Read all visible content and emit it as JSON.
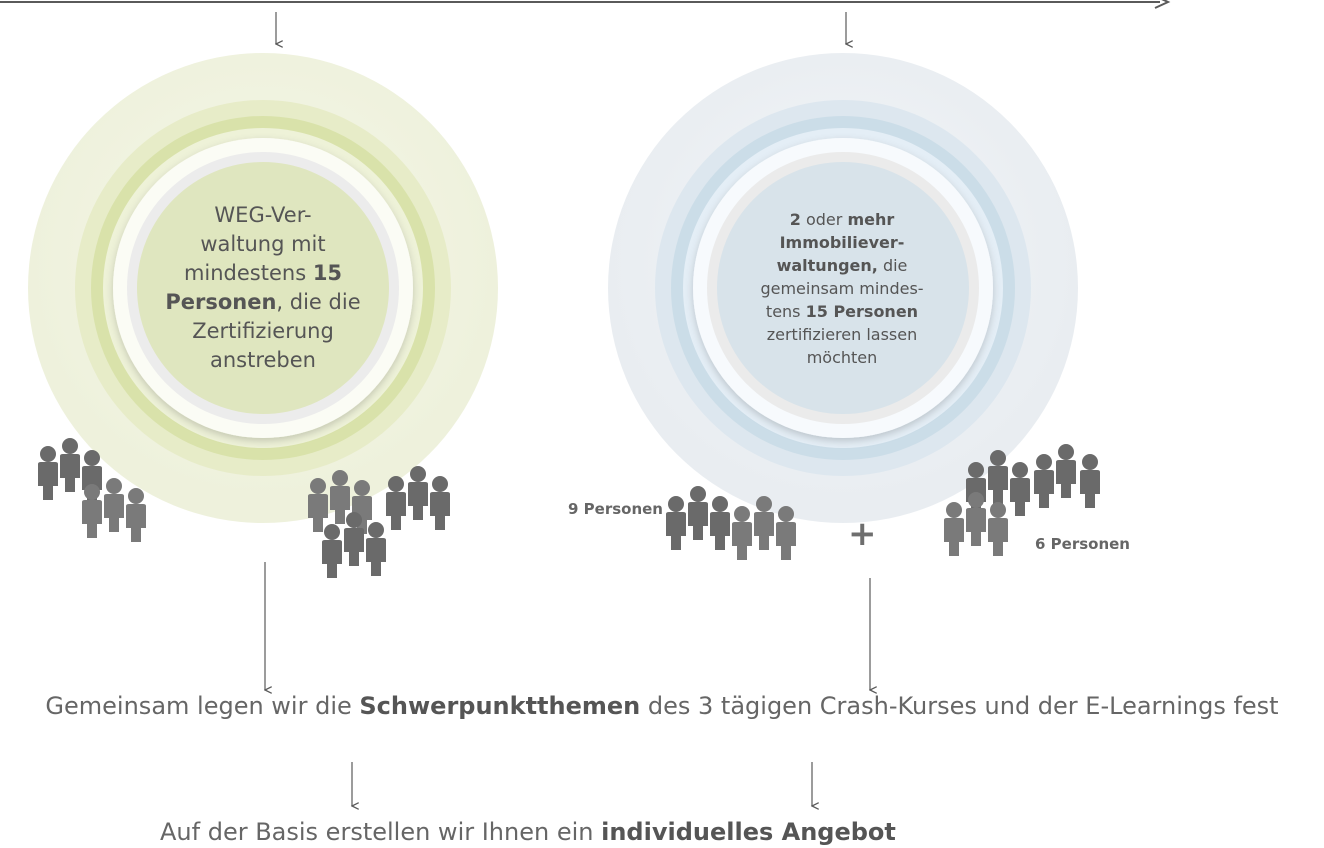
{
  "left_circle": {
    "line1": "WEG-Ver-",
    "line2": "waltung mit",
    "line3_pre": "mindestens ",
    "line3_bold": "15",
    "line4_bold": "Personen",
    "line4_post": ", die die",
    "line5": "Zertifizierung",
    "line6": "anstreben"
  },
  "right_circle": {
    "line1_bold_a": "2",
    "line1_mid": " oder ",
    "line1_bold_b": "mehr",
    "line2_bold": "Immobiliever-",
    "line3_bold": "waltungen,",
    "line3_post": " die",
    "line4": "gemeinsam mindes-",
    "line5_pre": "tens ",
    "line5_bold": "15 Personen",
    "line6": "zertifizieren lassen",
    "line7": "möchten"
  },
  "group_labels": {
    "nine": "9 Personen",
    "six": "6 Personen",
    "plus": "+"
  },
  "focus_sentence": {
    "pre": "Gemeinsam legen wir die ",
    "bold": "Schwerpunktthemen",
    "post": " des 3 tägigen Crash-Kurses und der E-Learnings fest"
  },
  "offer_sentence": {
    "pre": "Auf der Basis erstellen wir Ihnen ein ",
    "bold": "individuelles Angebot"
  },
  "colors": {
    "left_outer": "#eef1dc",
    "left_inner": "#dfe6bf",
    "right_outer": "#e9edf1",
    "right_inner": "#d8e3ea",
    "people": "#6a6a6a",
    "arrow": "#5a5a5a"
  }
}
